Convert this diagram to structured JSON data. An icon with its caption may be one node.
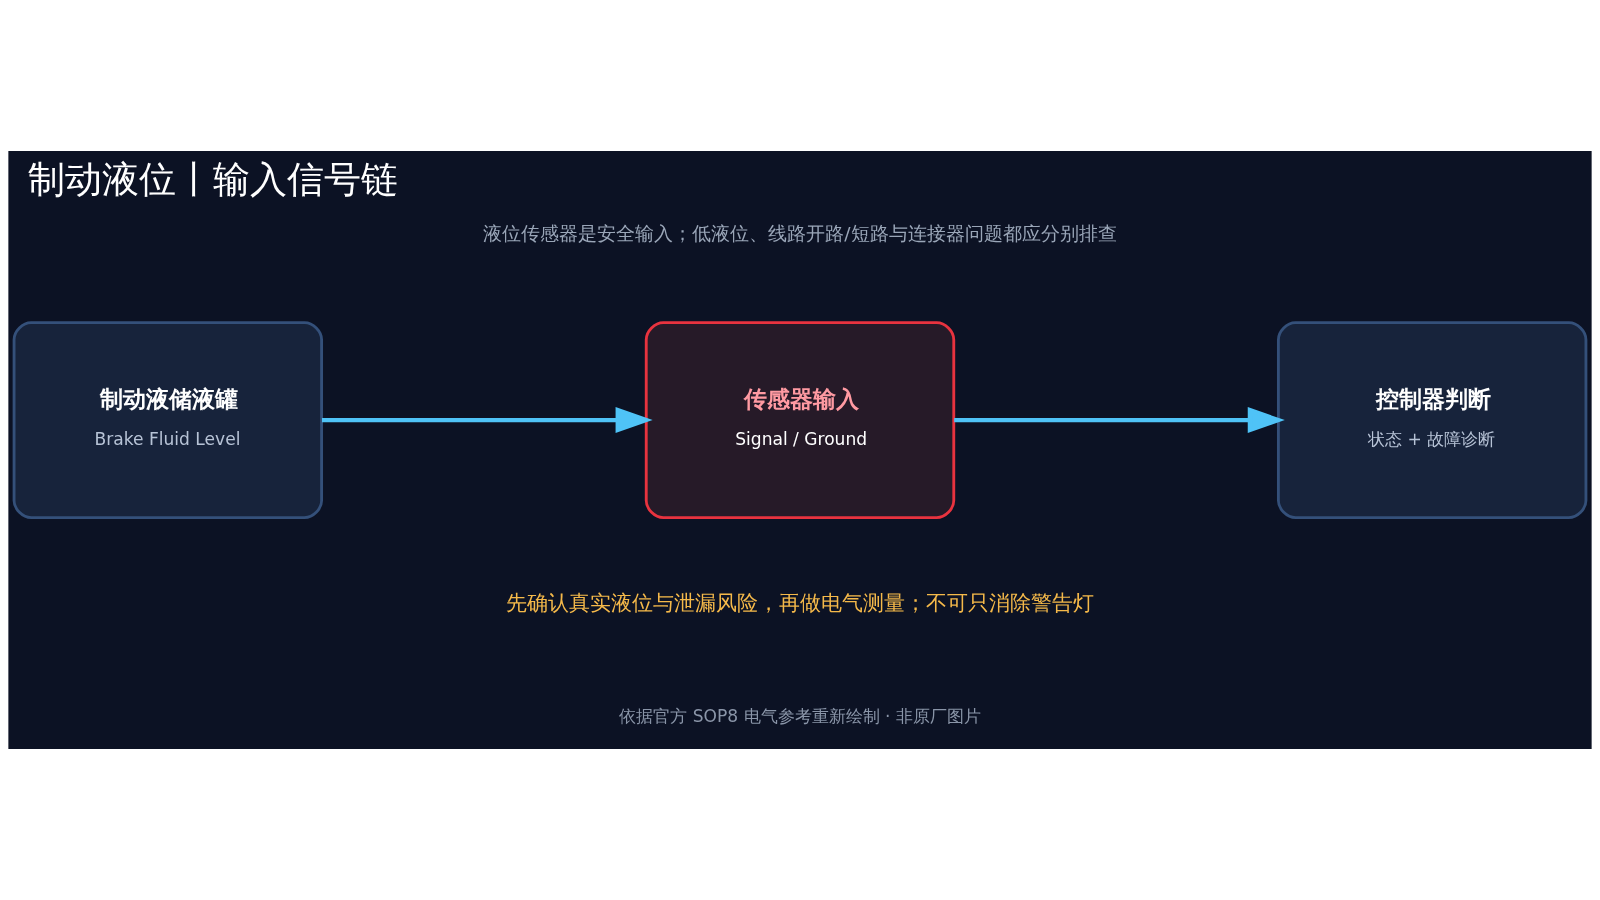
{
  "diagram": {
    "title": "制动液位丨输入信号链",
    "nodes": [
      {
        "text": [
          "制动液储液罐",
          "Brake Fluid Level"
        ]
      },
      {
        "text": [
          "传感器输入",
          "Signal / Ground"
        ]
      },
      {
        "text": [
          "控制器判断",
          "状态 + 故障诊断"
        ]
      }
    ],
    "edges": [
      {
        "from": 0,
        "to": 1,
        "arrow": "to"
      },
      {
        "from": 1,
        "to": 2,
        "arrow": "to"
      }
    ],
    "labels": [
      "液位传感器是安全输入；低液位、线路开路/短路与连接器问题都应分别排查",
      "先确认真实液位与泄漏风险，再做电气测量；不可只消除警告灯",
      "依据官方 SOP8 电气参考重新绘制 · 非原厂图片"
    ]
  }
}
